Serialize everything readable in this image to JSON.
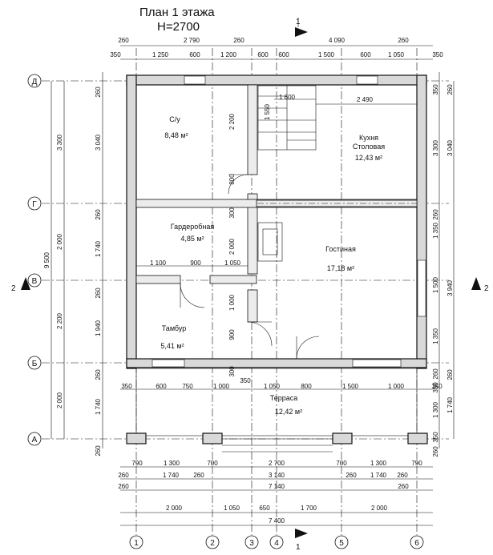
{
  "title": {
    "line1": "План 1 этажа",
    "line2": "Н=2700"
  },
  "section_marks": {
    "cut1": "1",
    "cut2": "2"
  },
  "axes": {
    "rows": [
      "Д",
      "Г",
      "В",
      "Б",
      "А"
    ],
    "cols": [
      "1",
      "2",
      "3",
      "4",
      "5",
      "6"
    ]
  },
  "rooms": [
    {
      "name": "С/у",
      "area": "8,48 м²"
    },
    {
      "name": "Кухня",
      "name2": "Столовая",
      "area": "12,43 м²"
    },
    {
      "name": "Гардеробная",
      "area": "4,85 м²"
    },
    {
      "name": "Гостиная",
      "area": "17,18 м²"
    },
    {
      "name": "Тамбур",
      "area": "5,41 м²"
    },
    {
      "name": "Терраса",
      "area": "12,42 м²"
    }
  ],
  "dims_top": {
    "row1": [
      "260",
      "2 790",
      "260",
      "4 090",
      "260"
    ],
    "row2": [
      "350",
      "1 250",
      "600",
      "1 200",
      "600",
      "600",
      "1 500",
      "600",
      "1 050",
      "350"
    ]
  },
  "dims_bottom": {
    "row1": [
      "790",
      "1 300",
      "700",
      "2 700",
      "700",
      "1 300",
      "790"
    ],
    "row2": [
      "260",
      "1 740",
      "260",
      "3 140",
      "260",
      "1 740",
      "260"
    ],
    "row3": [
      "260",
      "7 140",
      "260"
    ],
    "row4": [
      "2 000",
      "1 050",
      "650",
      "1 700",
      "2 000"
    ],
    "total": "7 400"
  },
  "dims_left": {
    "outer": [
      "3 300",
      "2 000",
      "2 200",
      "2 000"
    ],
    "overall": "9 500",
    "inner": [
      "260",
      "3 040",
      "260",
      "1 740",
      "260",
      "1 940",
      "260",
      "1 740",
      "260"
    ]
  },
  "dims_right": {
    "outer": [
      "350",
      "3 300",
      "260",
      "1 350",
      "1 500",
      "1 350",
      "260",
      "350",
      "1 300",
      "350",
      "260"
    ],
    "inner": [
      "260",
      "3 040",
      "3 940",
      "260",
      "1 740"
    ]
  },
  "dims_interior": {
    "stair_w": "1 600",
    "stair_h": "1 550",
    "kitchen_w": "2 490",
    "wc_door_w": "2 200",
    "door_800": "800",
    "wall_300a": "300",
    "wall_300b": "300",
    "wardrobe_w": "2 000",
    "hall_row": [
      "1 100",
      "900",
      "1 050"
    ],
    "vest_1000": "1 000",
    "vest_900": "900",
    "porch_350": "350",
    "terrace_row": [
      "350",
      "600",
      "750",
      "1 000",
      "1 050",
      "800",
      "1 500",
      "1 000",
      "350"
    ]
  }
}
